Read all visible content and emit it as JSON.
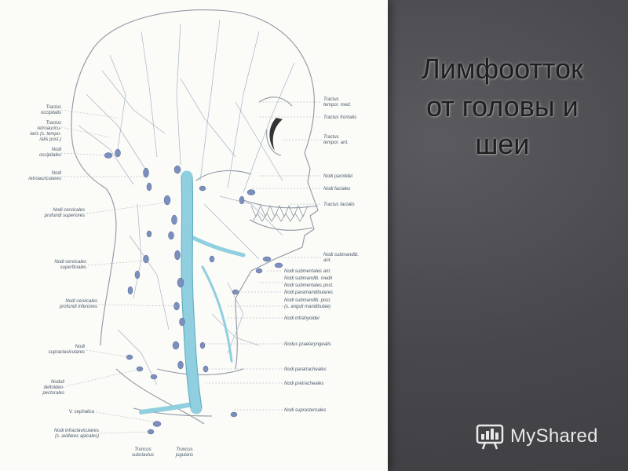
{
  "slide": {
    "title_lines": [
      "Лимфоотток",
      "от головы и",
      "шеи"
    ]
  },
  "diagram": {
    "labels_left": [
      "Tractus",
      "occipitalis",
      "Tractus",
      "retroauricu-",
      "laris (s. tempo-",
      "ralis post.)",
      "Nodi",
      "occipitales",
      "Nodi",
      "retroauriculares",
      "Nodi cervicales",
      "profundi superiores",
      "Nodi cervicales",
      "superficiales",
      "Nodi cervicales",
      "profundi inferiores",
      "Nodi",
      "supraclaviculares",
      "Noduli",
      "deltoideo-",
      "pectorales",
      "V. cephalica",
      "Nodi infraclaviculares",
      "(s. axillares apicales)",
      "Truncus",
      "subclavius",
      "Truncus",
      "jugularis"
    ],
    "labels_right": [
      "Tractus",
      "tempor. med.",
      "Tractus frontalis",
      "Tractus",
      "tempor. ant.",
      "Nodi parotidei",
      "Nodi faciales",
      "Tractus facialis",
      "Nodi submandib.",
      "ant.",
      "Nodi submentales ant.",
      "Nodi submandib. medii",
      "Nodi submentales post.",
      "Nodi paramandibulares",
      "Nodi submandib. post.",
      "(s. anguli mandibulae)",
      "Nodi infrahyoidei",
      "Nodus praelaryngealis",
      "Nodi paratracheales",
      "Nodi pretracheales",
      "Nodi suprasternales"
    ]
  },
  "logo": {
    "text": "MyShared",
    "icon": "myshared-logo-icon"
  },
  "colors": {
    "background": "#48484c",
    "panel": "#fbfbf8",
    "lymph": "#8fcfdf",
    "nodes": "#7b8fbf",
    "title": "#1e1e1e"
  }
}
